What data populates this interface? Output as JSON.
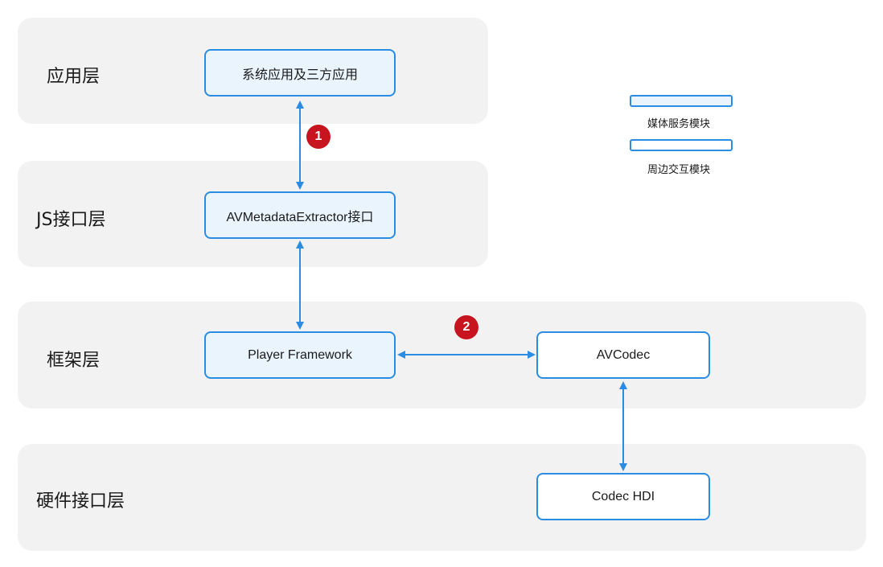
{
  "layers": {
    "app": "应用层",
    "js": "JS接口层",
    "framework": "框架层",
    "hardware": "硬件接口层"
  },
  "boxes": {
    "system_apps": "系统应用及三方应用",
    "extractor_api": "AVMetadataExtractor接口",
    "player_framework": "Player Framework",
    "avcodec": "AVCodec",
    "codec_hdi": "Codec HDI"
  },
  "legend": {
    "media_service": "媒体服务模块",
    "peripheral": "周边交互模块"
  },
  "badges": {
    "one": "1",
    "two": "2"
  },
  "colors": {
    "layer_bg": "#f2f2f2",
    "box_border": "#2a8ce3",
    "media_fill": "#eaf4fd",
    "peripheral_fill": "#ffffff",
    "arrow": "#2a8ce3",
    "badge": "#c8141e"
  }
}
